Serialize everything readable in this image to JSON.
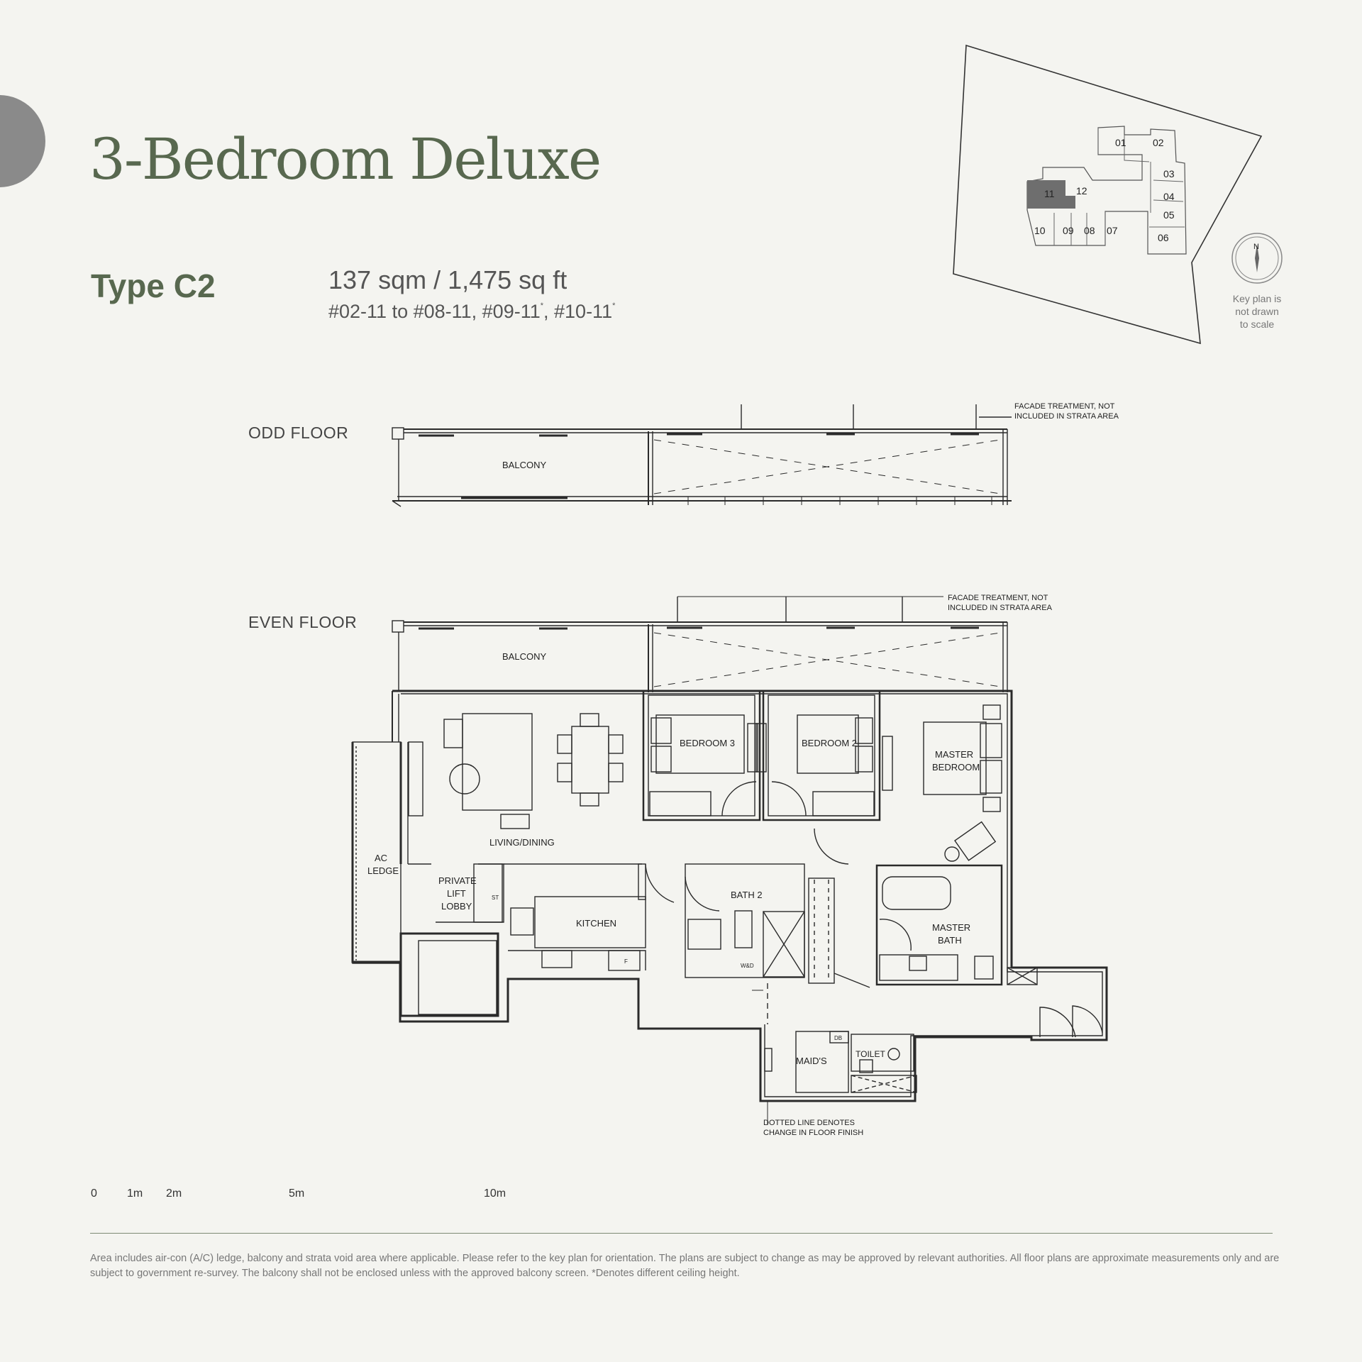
{
  "header": {
    "title": "3-Bedroom Deluxe",
    "type_label": "Type C2",
    "area": "137 sqm / 1,475 sq ft",
    "units_main": "#02-11 to #08-11, #09-11",
    "units_sep": ", #10-11",
    "asterisk": "*"
  },
  "keyplan": {
    "units": [
      "01",
      "02",
      "03",
      "04",
      "05",
      "06",
      "07",
      "08",
      "09",
      "10",
      "11",
      "12"
    ],
    "highlighted_unit": "11",
    "highlight_color": "#6e6e6e",
    "compass_letter": "N",
    "note_line1": "Key plan is",
    "note_line2": "not drawn",
    "note_line3": "to scale"
  },
  "odd_floor": {
    "label": "ODD FLOOR",
    "balcony": "BALCONY",
    "facade_note_line1": "FACADE TREATMENT, NOT",
    "facade_note_line2": "INCLUDED IN STRATA AREA"
  },
  "even_floor": {
    "label": "EVEN FLOOR",
    "balcony": "BALCONY",
    "facade_note_line1": "FACADE TREATMENT, NOT",
    "facade_note_line2": "INCLUDED IN STRATA AREA",
    "rooms": {
      "bedroom3": "BEDROOM 3",
      "bedroom2": "BEDROOM 2",
      "master_line1": "MASTER",
      "master_line2": "BEDROOM",
      "living": "LIVING/DINING",
      "ac_line1": "AC",
      "ac_line2": "LEDGE",
      "lobby_line1": "PRIVATE",
      "lobby_line2": "LIFT",
      "lobby_line3": "LOBBY",
      "st": "ST",
      "kitchen": "KITCHEN",
      "bath2": "BATH 2",
      "master_bath_line1": "MASTER",
      "master_bath_line2": "BATH",
      "wd": "W&D",
      "f": "F",
      "db": "DB",
      "maids": "MAID'S",
      "toilet": "TOILET"
    },
    "dotted_note_line1": "DOTTED LINE DENOTES",
    "dotted_note_line2": "CHANGE IN FLOOR FINISH"
  },
  "scale_bar": {
    "labels": [
      "0",
      "1m",
      "2m",
      "5m",
      "10m"
    ]
  },
  "footer": {
    "disclaimer": "Area includes air-con (A/C) ledge, balcony and strata void area where applicable. Please refer to the key plan for orientation. The plans are subject to change as may be approved by relevant authorities. All floor plans are approximate measurements only and are subject to government re-survey. The balcony shall not be enclosed unless with the approved balcony screen. *Denotes different ceiling height."
  },
  "colors": {
    "brand_green": "#58684f",
    "tab_gray": "#8a8a8a",
    "background": "#f4f4f0",
    "line": "#2a2a2a"
  }
}
